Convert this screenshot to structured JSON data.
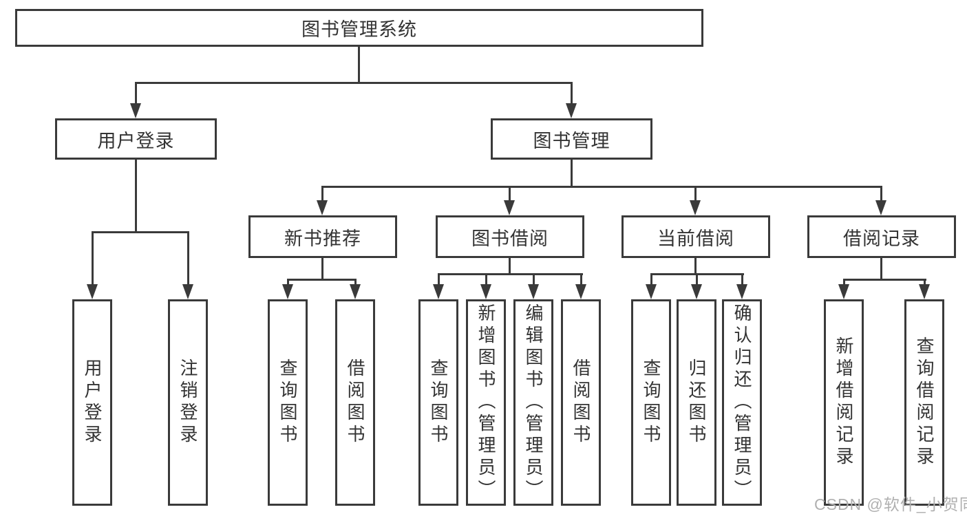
{
  "diagram": {
    "root": {
      "label": "图书管理系统"
    },
    "level2": [
      {
        "label": "用户登录"
      },
      {
        "label": "图书管理"
      }
    ],
    "level3": [
      {
        "label": "新书推荐"
      },
      {
        "label": "图书借阅"
      },
      {
        "label": "当前借阅"
      },
      {
        "label": "借阅记录"
      }
    ],
    "leaves": {
      "user_login": [
        {
          "label": "用户登录"
        },
        {
          "label": "注销登录"
        }
      ],
      "new_book_recommend": [
        {
          "label": "查询图书"
        },
        {
          "label": "借阅图书"
        }
      ],
      "book_borrow": [
        {
          "label": "查询图书"
        },
        {
          "label": "新增图书（管理员）"
        },
        {
          "label": "编辑图书（管理员）"
        },
        {
          "label": "借阅图书"
        }
      ],
      "current_borrow": [
        {
          "label": "查询图书"
        },
        {
          "label": "归还图书"
        },
        {
          "label": "确认归还（管理员）"
        }
      ],
      "borrow_records": [
        {
          "label": "新增借阅记录"
        },
        {
          "label": "查询借阅记录"
        }
      ]
    },
    "watermark": "CSDN @软件_小贺同学",
    "colors": {
      "line": "#3a3a3a",
      "text": "#333333",
      "box_bg": "#ffffff",
      "watermark": "#b0b0b0",
      "background": "#ffffff"
    }
  }
}
